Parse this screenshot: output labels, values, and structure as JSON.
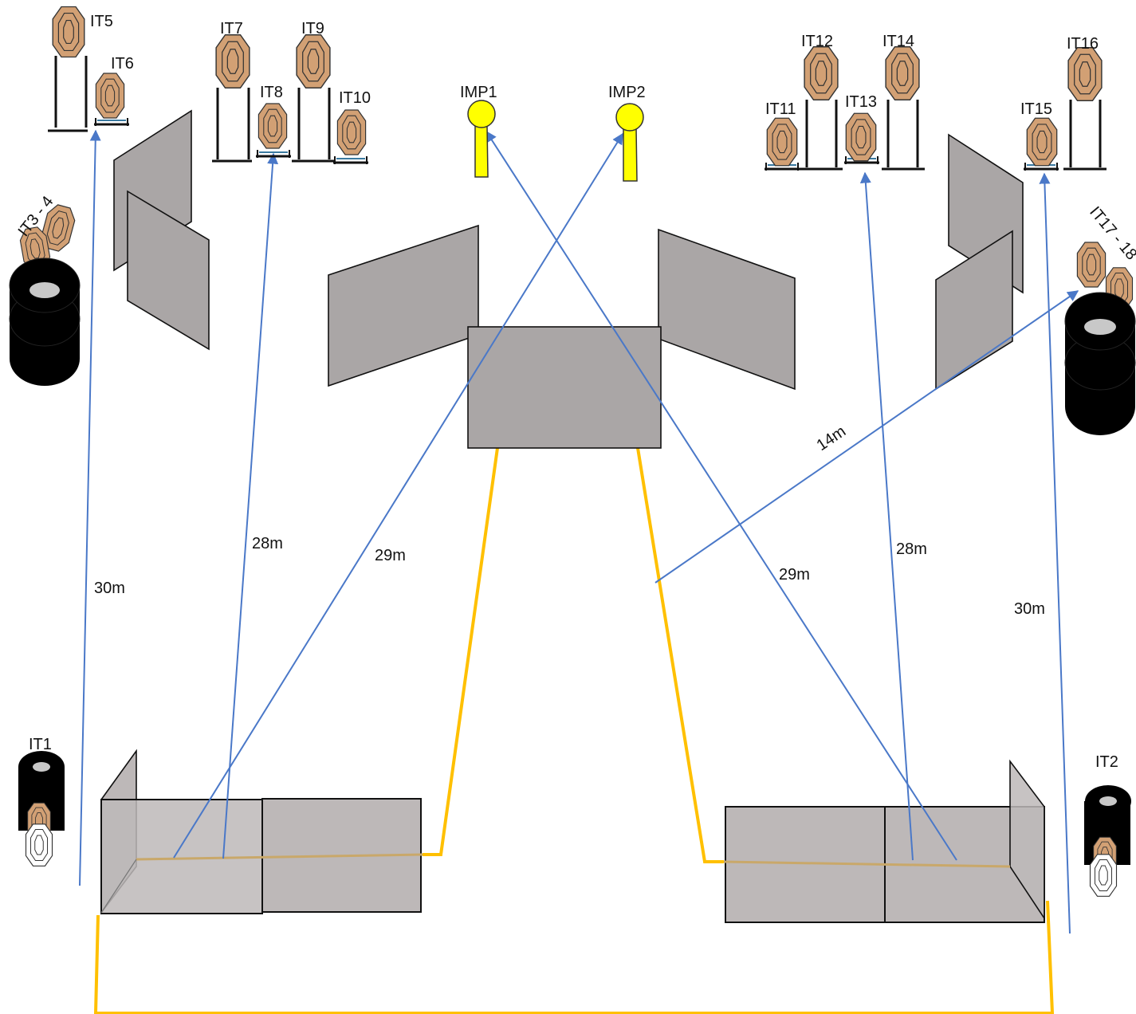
{
  "colors": {
    "wall": "#aaa6a6",
    "sight_line": "#4a78c8",
    "fault_line": "#ffc000",
    "target_fill": "#d2a074",
    "popper_fill": "#ffff00",
    "tyre": "#000000"
  },
  "targets": {
    "it1": "IT1",
    "it2": "IT2",
    "it3_4": "IT3 - 4",
    "it5": "IT5",
    "it6": "IT6",
    "it7": "IT7",
    "it8": "IT8",
    "it9": "IT9",
    "it10": "IT10",
    "it11": "IT11",
    "it12": "IT12",
    "it13": "IT13",
    "it14": "IT14",
    "it15": "IT15",
    "it16": "IT16",
    "it17_18": "IT17 - 18"
  },
  "poppers": {
    "imp1": "IMP1",
    "imp2": "IMP2"
  },
  "distances": {
    "d30_left": "30m",
    "d28_left": "28m",
    "d29_left": "29m",
    "d14": "14m",
    "d29_right": "29m",
    "d28_right": "28m",
    "d30_right": "30m"
  }
}
